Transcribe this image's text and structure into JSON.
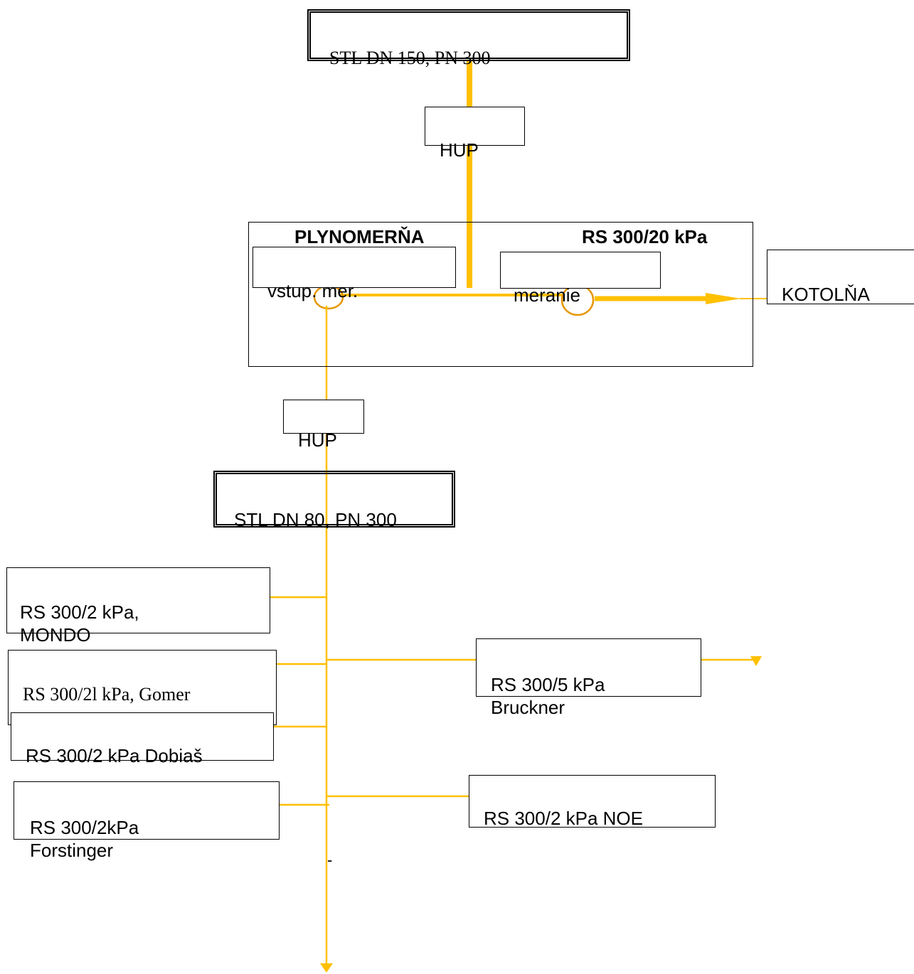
{
  "supply": {
    "label": "STL DN 150, PN 300"
  },
  "hup_top": {
    "label": "HUP"
  },
  "station": {
    "title": "PLYNOMERŇA",
    "regulator": "RS 300/20 kPa"
  },
  "inlet_meter": {
    "label": "vstup. mer."
  },
  "metering": {
    "label": "meranie"
  },
  "boiler": {
    "label": "KOTOLŇA"
  },
  "hup_mid": {
    "label": "HUP"
  },
  "distribution": {
    "label": "STL DN 80, PN 300"
  },
  "consumers": {
    "mondo": {
      "label": "RS 300/2 kPa,\nMONDO"
    },
    "gomer": {
      "label": "RS 300/2l kPa,   Gomer"
    },
    "bruckner": {
      "label": "RS 300/5 kPa\nBruckner"
    },
    "dobias": {
      "label": "RS 300/2 kPa   Dobiaš"
    },
    "forstinger": {
      "label": "RS  300/2kPa\nForstinger"
    },
    "noe": {
      "label": "RS 300/2 kPa  NOE"
    }
  },
  "stray_mark": "-",
  "colors": {
    "pipe": "#FFC000",
    "meter_ring": "#E69600",
    "border": "#000000"
  }
}
